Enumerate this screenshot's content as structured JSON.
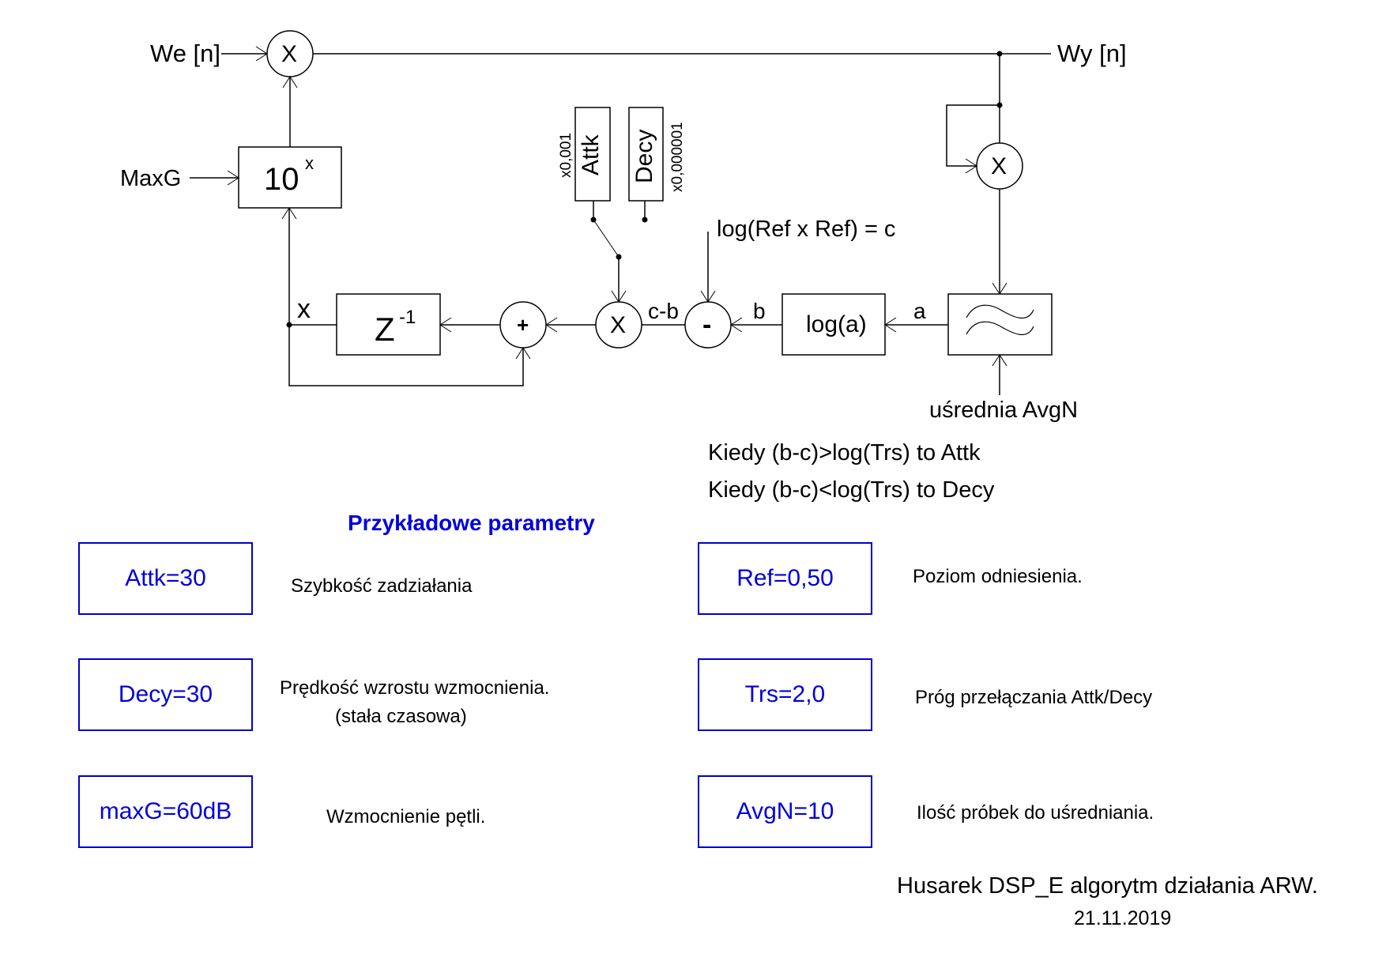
{
  "diagram": {
    "input_label": "We [n]",
    "output_label": "Wy [n]",
    "maxg_label": "MaxG",
    "power_block": {
      "base": "10",
      "exponent": "x"
    },
    "multiplier_symbol": "X",
    "adder_symbol": "+",
    "subtractor_symbol": "-",
    "delay_block": {
      "base": "Z",
      "exponent": "-1"
    },
    "x_label": "x",
    "attk_block": {
      "label": "Attk",
      "scale": "x0,001"
    },
    "decy_block": {
      "label": "Decy",
      "scale": "x0,000001"
    },
    "cb_label": "c-b",
    "b_label": "b",
    "a_label": "a",
    "log_block": "log(a)",
    "ref_label": "log(Ref x Ref) = c",
    "filter_icon": "lowpass-filter-icon",
    "avg_label": "uśrednia AvgN",
    "rules": [
      "Kiedy (b-c)>log(Trs) to Attk",
      "Kiedy (b-c)<log(Trs) to Decy"
    ]
  },
  "parameters": {
    "heading": "Przykładowe parametry",
    "left": [
      {
        "value": "Attk=30",
        "desc": [
          "Szybkość zadziałania"
        ]
      },
      {
        "value": "Decy=30",
        "desc": [
          "Prędkość wzrostu wzmocnienia.",
          "(stała czasowa)"
        ]
      },
      {
        "value": "maxG=60dB",
        "desc": [
          "Wzmocnienie pętli."
        ]
      }
    ],
    "right": [
      {
        "value": "Ref=0,50",
        "desc": [
          "Poziom odniesienia."
        ]
      },
      {
        "value": "Trs=2,0",
        "desc": [
          "Próg przełączania Attk/Decy"
        ]
      },
      {
        "value": "AvgN=10",
        "desc": [
          "Ilość próbek do uśredniania."
        ]
      }
    ]
  },
  "footer": {
    "title": "Husarek DSP_E algorytm działania ARW.",
    "date": "21.11.2019"
  },
  "colors": {
    "param_blue": "#0000dd",
    "line": "#000000"
  }
}
